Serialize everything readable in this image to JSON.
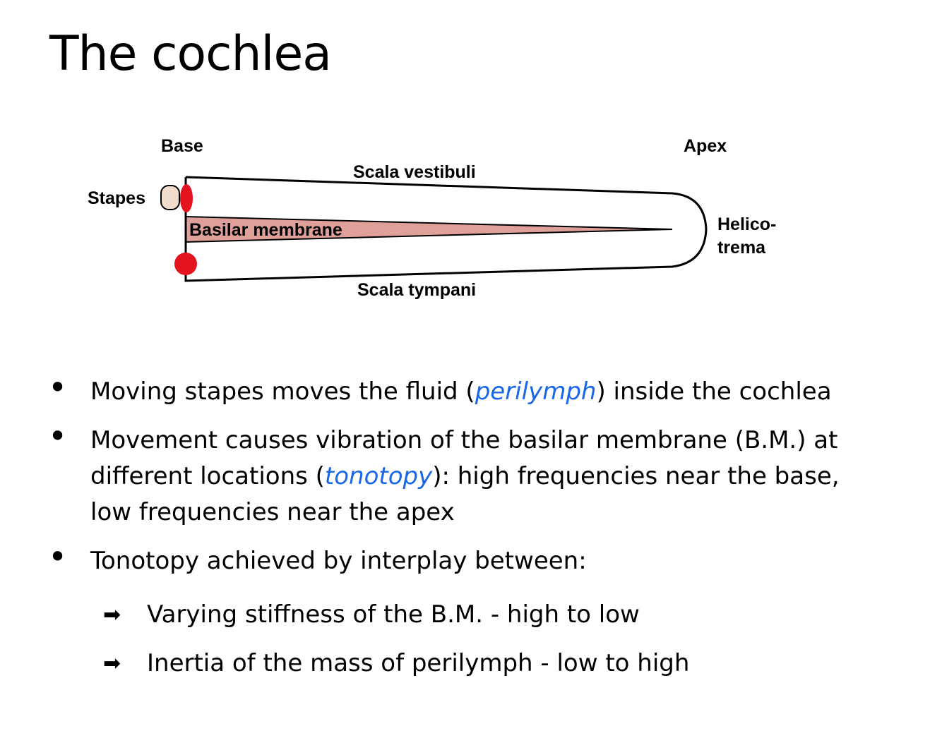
{
  "title": "The cochlea",
  "diagram": {
    "base": "Base",
    "apex": "Apex",
    "scala_vestibuli": "Scala vestibuli",
    "stapes": "Stapes",
    "basilar_membrane": "Basilar membrane",
    "helico_1": "Helico-",
    "helico_2": "trema",
    "scala_tympani": "Scala tympani",
    "colors": {
      "red": "#e3141e",
      "membrane": "#dfa09a",
      "stapes": "#f0dccb"
    }
  },
  "bullets": [
    {
      "pre": "Moving stapes moves the fluid (",
      "em": "perilymph",
      "post": ") inside the cochlea"
    },
    {
      "line1": "Movement causes vibration of the basilar membrane (B.M.) at",
      "pre": "different locations (",
      "em": "tonotopy",
      "post": "): high frequencies near the base,",
      "line3": "low frequencies near the apex"
    },
    {
      "text": "Tonotopy achieved by interplay between:"
    }
  ],
  "sub_bullets": [
    {
      "icon": "arrow-right-icon",
      "text": "Varying stiffness of the B.M. - high to low"
    },
    {
      "icon": "arrow-right-icon",
      "text": "Inertia of the mass of perilymph - low to high"
    }
  ]
}
